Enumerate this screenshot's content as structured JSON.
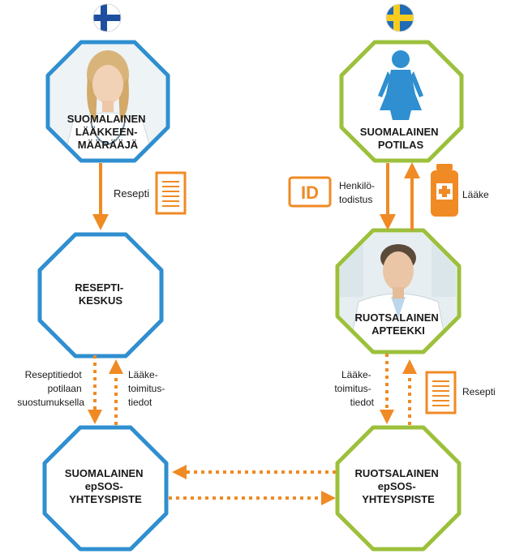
{
  "colors": {
    "finland_blue": "#2f8fd0",
    "sweden_green": "#9cc03c",
    "arrow_orange": "#f08a24",
    "text": "#1a1a1a",
    "flag_fi_blue": "#1e4fa0",
    "flag_se_blue": "#1f6bb5",
    "flag_se_yellow": "#f7cc1f"
  },
  "nodes": {
    "fi_prescriber": {
      "lines": [
        "SUOMALAINEN",
        "LÄÄKKEEN-",
        "MÄÄRÄÄJÄ"
      ],
      "icon": "doctor-photo"
    },
    "prescription_center": {
      "lines": [
        "RESEPTI-",
        "KESKUS"
      ]
    },
    "fi_contact_point": {
      "lines": [
        "SUOMALAINEN",
        "epSOS-",
        "YHTEYSPISTE"
      ]
    },
    "patient": {
      "lines": [
        "SUOMALAINEN",
        "POTILAS"
      ],
      "icon": "patient-figure"
    },
    "se_pharmacy": {
      "lines": [
        "RUOTSALAINEN",
        "APTEEKKI"
      ],
      "icon": "pharmacist-photo"
    },
    "se_contact_point": {
      "lines": [
        "RUOTSALAINEN",
        "epSOS-",
        "YHTEYSPISTE"
      ]
    }
  },
  "edges": {
    "prescription_left": "Resepti",
    "prescription_data": [
      "Reseptitiedot",
      "potilaan",
      "suostumuksella"
    ],
    "dispensing_data_left": [
      "Lääke-",
      "toimitus-",
      "tiedot"
    ],
    "identification": [
      "Henkilö-",
      "todistus"
    ],
    "id_badge": "ID",
    "medicine": "Lääke",
    "dispensing_data_right": [
      "Lääke-",
      "toimitus-",
      "tiedot"
    ],
    "prescription_right": "Resepti"
  },
  "flags": {
    "left": "finland-flag",
    "right": "sweden-flag"
  }
}
